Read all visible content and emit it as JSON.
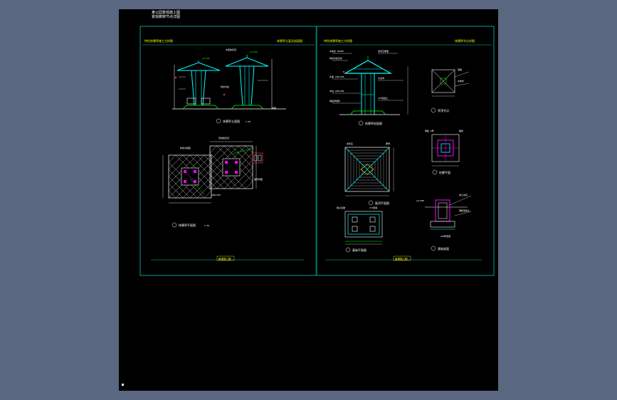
{
  "viewer": {
    "background_color": "#5a6781",
    "viewport_color": "#000000"
  },
  "colors": {
    "frame": "#00c8b4",
    "title_text": "#ffff00",
    "structure": "#00ffff",
    "white_lines": "#ffffff",
    "magenta": "#ff00ff",
    "green": "#00ff00",
    "red": "#ff3030"
  },
  "drawing": {
    "header_line1": "某公园景观施工图",
    "header_line2": "景观廊架节点详图",
    "left_sheet": {
      "title_left": "特色休憩亭施工大样图",
      "title_right": "休憩亭立面及剖面图",
      "elevation_label": "休憩亭立面图",
      "elevation_scale": "1:50",
      "plan_label": "休憩亭平面图",
      "plan_scale": "1:50",
      "footer": "景观施工图"
    },
    "right_sheet": {
      "title_left": "特色休憩亭施工大样图",
      "title_right": "休憩亭节点详图",
      "section_label": "休憩亭剖面图",
      "roof_plan_label": "屋顶平面图",
      "roof_detail_label": "亭顶节点",
      "column_label": "柱脚平面",
      "footing_label": "基础平面图",
      "footing_section_label": "基础剖面",
      "footer": "景观施工图"
    }
  }
}
